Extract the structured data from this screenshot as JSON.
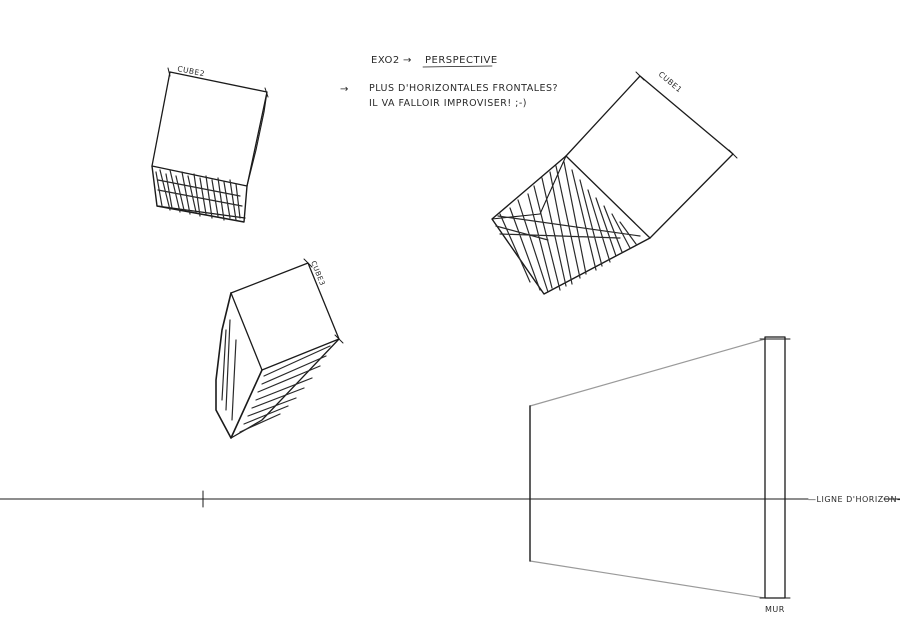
{
  "title": {
    "exercise": "EXO2",
    "arrow": "→",
    "subject": "PERSPECTIVE"
  },
  "note": {
    "arrow": "→",
    "line1": "PLUS D'HORIZONTALES FRONTALES?",
    "line2": "IL VA FALLOIR IMPROVISER! ;-)"
  },
  "labels": {
    "cube1": "CUBE1",
    "cube2": "CUBE2",
    "cube3": "CUBE3",
    "horizon": "—LIGNE D'HORIZON—",
    "wall": "MUR"
  },
  "colors": {
    "ink": "#1b1b1b",
    "guide": "#9a9a9a",
    "paper": "#ffffff"
  }
}
